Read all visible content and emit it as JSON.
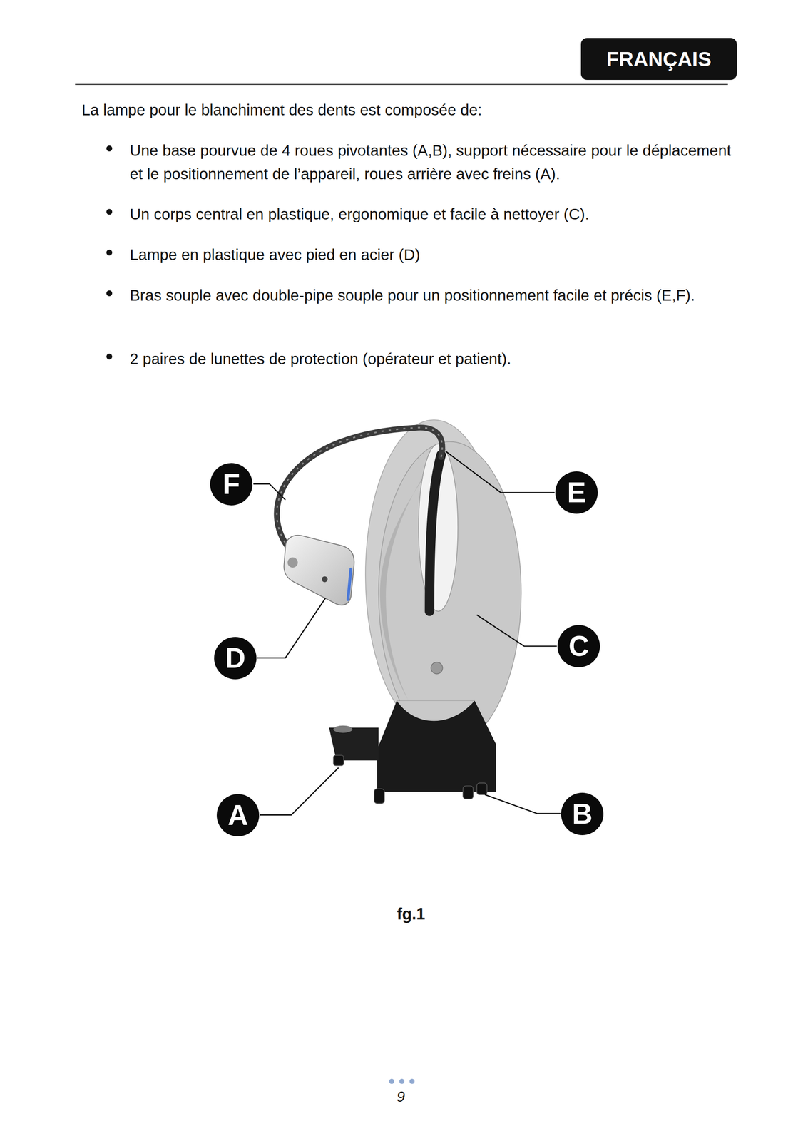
{
  "diagram": {
    "caption": "fg.1",
    "nodes": [
      {
        "text": [
          "FRANÇAIS"
        ]
      },
      {
        "text": [
          "F"
        ]
      },
      {
        "text": [
          "E"
        ]
      },
      {
        "text": [
          "D"
        ]
      },
      {
        "text": [
          "C"
        ]
      },
      {
        "text": [
          "A"
        ]
      },
      {
        "text": [
          "B"
        ]
      }
    ],
    "labels": [
      "La lampe pour le blanchiment des dents est composée de:",
      "Une base pourvue de 4 roues pivotantes (A,B), support nécessaire pour le déplacement et le positionnement de l’appareil, roues arrière avec freins (A).",
      "Un corps central en plastique, ergonomique et facile à nettoyer (C).",
      "Lampe en plastique avec pied en acier (D)",
      "Bras souple avec double-pipe souple pour un positionnement facile et précis (E,F).",
      "2 paires de lunettes de protection (opérateur et patient).",
      "9"
    ]
  }
}
